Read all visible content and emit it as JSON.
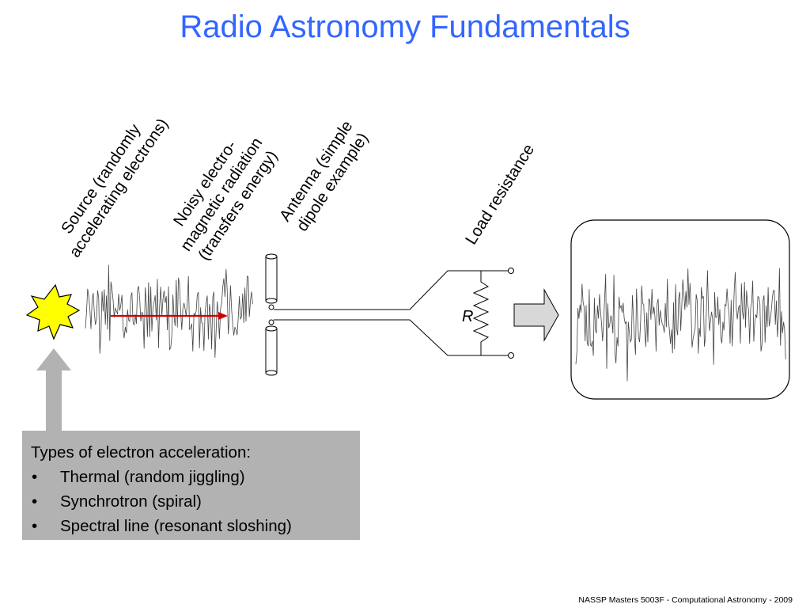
{
  "slide": {
    "title": "Radio Astronomy Fundamentals",
    "footer": "NASSP Masters 5003F - Computational Astronomy - 2009"
  },
  "labels": {
    "source": [
      "Source (randomly",
      "accelerating electrons)"
    ],
    "radiation": [
      "Noisy electro-",
      "magnetic radiation",
      "(transfers energy)"
    ],
    "antenna": [
      "Antenna (simple",
      "dipole example)"
    ],
    "load": "Load resistance",
    "resistor": "R"
  },
  "info_box": {
    "heading": "Types of electron acceleration:",
    "items": [
      "Thermal (random jiggling)",
      "Synchrotron (spiral)",
      "Spectral line (resonant sloshing)"
    ]
  },
  "colors": {
    "title": "#3366ff",
    "star": "#ffff00",
    "arrow": "#cc0000",
    "up_arrow": "#b2b2b2",
    "box": "#b2b2b2",
    "right_arrow": "#d8d8d8"
  },
  "icons": {
    "source": "star-burst-icon",
    "emission": "red-arrow-icon",
    "flow": "right-arrow-icon",
    "pointer": "up-arrow-icon"
  }
}
